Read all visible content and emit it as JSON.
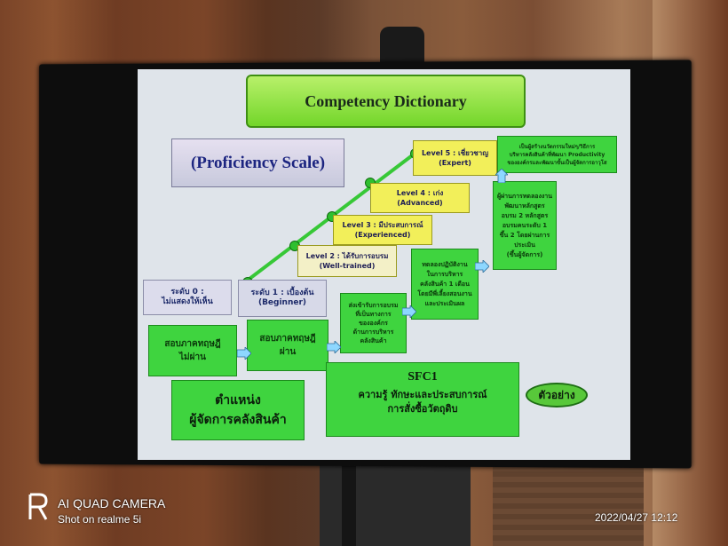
{
  "slide": {
    "title": "Competency Dictionary",
    "proficiency_label": "(Proficiency Scale)",
    "levels": [
      {
        "label": "ระดับ 0 :\nไม่แสดงให้เห็น"
      },
      {
        "label": "ระดับ 1 : เบื้องต้น\n(Beginner)"
      },
      {
        "label": "Level 2 : ได้รับการอบรม\n(Well-trained)"
      },
      {
        "label": "Level 3 : มีประสบการณ์\n(Experienced)"
      },
      {
        "label": "Level 4 : เก่ง\n(Advanced)"
      },
      {
        "label": "Level 5 : เชี่ยวชาญ\n(Expert)"
      }
    ],
    "boxes": {
      "exam_fail": "สอบภาคทฤษฎี\nไม่ผ่าน",
      "exam_pass": "สอบภาคทฤษฎี\nผ่าน",
      "training": "ส่งเข้ารับการอบรม\nที่เป็นทางการ\nขององค์กร\nด้านการบริหาร\nคลังสินค้า",
      "practice": "ทดลองปฏิบัติงาน\nในการบริหาร\nคลังสินค้า 1 เดือน\nโดยมีพี่เลี้ยงสอนงาน\nและประเมินผล",
      "trainer": "ผู้ผ่านการทดลองงาน\nพัฒนาหลักสูตร\nอบรม 2 หลักสูตร\nอบรมคนระดับ 1\nขึ้น 2 โดยผ่านการ\nประเมิน\n(ขึ้นผู้จัดการ)",
      "expert": "เป็นผู้สร้างนวัตกรรมใหม่ๆ/วิธีการ\nบริหารคลังสินค้าที่พัฒนา Productivity\nขององค์กรและพัฒนาขั้นเป็นผู้จัดการอาวุโส"
    },
    "position_label": "ตำแหน่ง\nผู้จัดการคลังสินค้า",
    "sfc_title": "SFC1",
    "sfc_text": "ความรู้ ทักษะและประสบการณ์\nการสั่งซื้อวัตถุดิบ",
    "example_label": "ตัวอย่าง"
  },
  "watermark": {
    "camera": "AI QUAD CAMERA",
    "shot_on": "Shot on realme 5i",
    "datetime": "2022/04/27 12:12"
  },
  "colors": {
    "slide_bg": "#dfe4ea",
    "green_box": "#3fd43f",
    "yellow_box": "#f2ef5a",
    "grey_box": "#d7d9e8",
    "arrow": "#8dd7ff"
  }
}
